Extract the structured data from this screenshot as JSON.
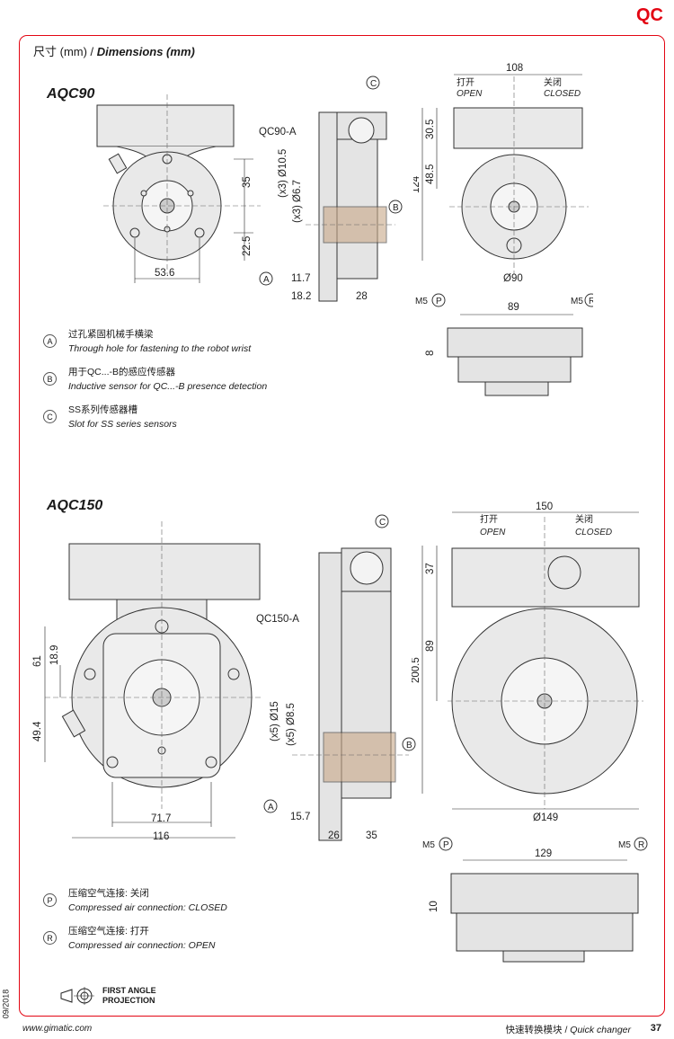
{
  "header": {
    "brand": "QC"
  },
  "title": {
    "cn": "尺寸 (mm) / ",
    "en": "Dimensions (mm)"
  },
  "aqc90": {
    "name": "AQC90",
    "front": {
      "d1": "35",
      "d2": "22.5",
      "d3": "53.6"
    },
    "side": {
      "part": "QC90-A",
      "d1": "(x3) Ø10.5",
      "d2": "(x3) Ø6.7",
      "d3": "11.7",
      "d4": "18.2",
      "d5": "28",
      "a": "A",
      "b": "B",
      "c": "C"
    },
    "rear": {
      "w": "108",
      "open_cn": "打开",
      "open_en": "OPEN",
      "closed_cn": "关闭",
      "closed_en": "CLOSED",
      "h1": "30.5",
      "h2": "48.5",
      "h3": "124",
      "dia": "Ø90"
    },
    "bottom": {
      "m5p": "M5",
      "p": "P",
      "m5r": "M5",
      "r": "R",
      "w": "89",
      "h": "8"
    }
  },
  "legend1": [
    {
      "key": "A",
      "cn": "过孔紧固机械手横梁",
      "en": "Through hole for fastening to the robot wrist"
    },
    {
      "key": "B",
      "cn": "用于QC...-B的感应传感器",
      "en": "Inductive sensor for QC...-B presence detection"
    },
    {
      "key": "C",
      "cn": "SS系列传感器槽",
      "en": "Slot for SS series sensors"
    }
  ],
  "aqc150": {
    "name": "AQC150",
    "front": {
      "d1": "61",
      "d2": "18.9",
      "d3": "49.4",
      "d4": "71.7",
      "d5": "116"
    },
    "side": {
      "part": "QC150-A",
      "d1": "(x5) Ø15",
      "d2": "(x5) Ø8.5",
      "d3": "15.7",
      "d4": "26",
      "d5": "35",
      "a": "A",
      "b": "B",
      "c": "C"
    },
    "rear": {
      "w": "150",
      "open_cn": "打开",
      "open_en": "OPEN",
      "closed_cn": "关闭",
      "closed_en": "CLOSED",
      "h1": "37",
      "h2": "89",
      "h3": "200.5",
      "dia": "Ø149"
    },
    "bottom": {
      "m5p": "M5",
      "p": "P",
      "m5r": "M5",
      "r": "R",
      "w": "129",
      "h": "10"
    }
  },
  "legend2": [
    {
      "key": "P",
      "cn": "压缩空气连接: 关闭",
      "en": "Compressed air connection: CLOSED"
    },
    {
      "key": "R",
      "cn": "压缩空气连接: 打开",
      "en": "Compressed air connection: OPEN"
    }
  ],
  "projection": {
    "line1": "FIRST ANGLE",
    "line2": "PROJECTION"
  },
  "footer": {
    "date": "09/2018",
    "url": "www.gimatic.com",
    "cn": "快速转换模块 / ",
    "en": "Quick changer",
    "page": "37"
  }
}
